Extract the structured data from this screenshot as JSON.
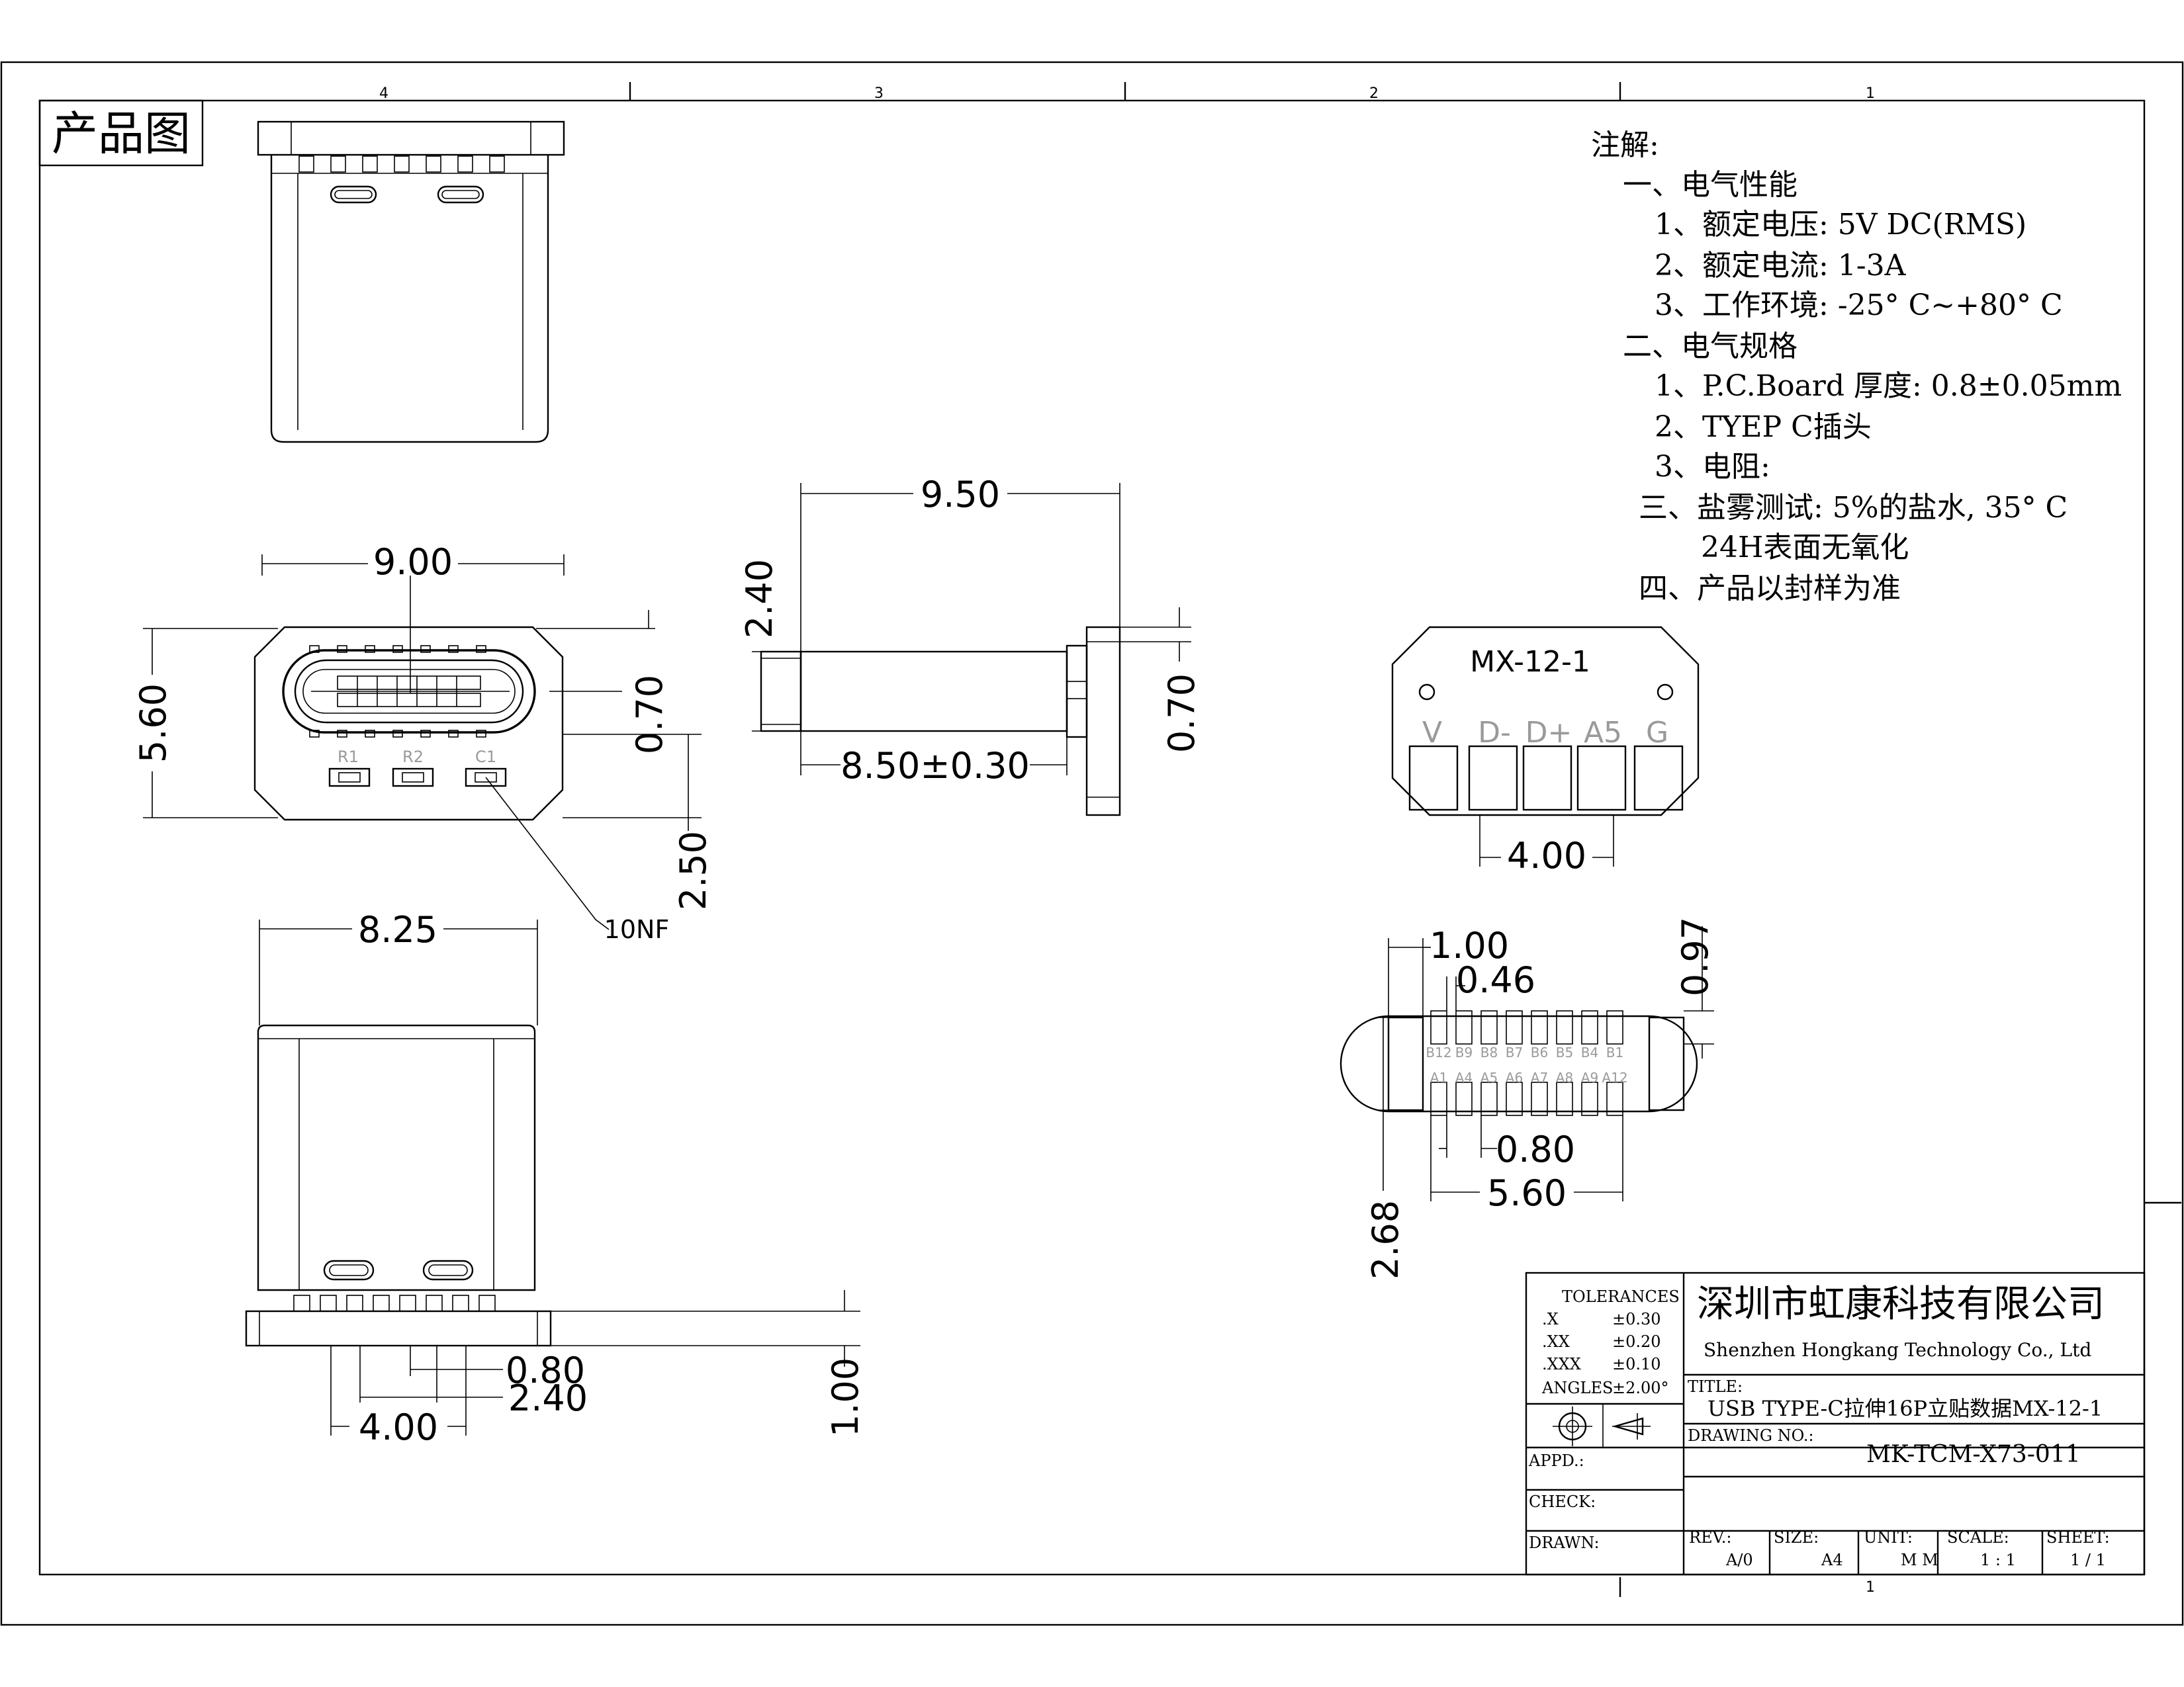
{
  "title_box": "产品图",
  "zones": [
    "4",
    "3",
    "2",
    "1"
  ],
  "notes": {
    "heading": "注解:",
    "lines": [
      "一、电气性能",
      "1、额定电压: 5V DC(RMS)",
      "2、额定电流: 1-3A",
      "3、工作环境: -25° C~+80° C",
      "二、电气规格",
      "1、P.C.Board 厚度: 0.8±0.05mm",
      "2、TYEP C插头",
      "3、电阻:",
      "三、盐雾测试: 5%的盐水, 35° C",
      "24H表面无氧化",
      "四、产品以封样为准"
    ]
  },
  "dims": {
    "front_width": "9.00",
    "front_height": "5.60",
    "front_070": "0.70",
    "front_250": "2.50",
    "cap_label": "10NF",
    "comp_labels": [
      "R1",
      "R2",
      "C1"
    ],
    "side_length": "9.50",
    "side_height": "2.40",
    "side_body": "8.50±0.30",
    "side_070": "0.70",
    "bottom_width": "8.25",
    "bottom_080": "0.80",
    "bottom_240": "2.40",
    "bottom_400": "4.00",
    "bottom_100": "1.00"
  },
  "pcb": {
    "name": "MX-12-1",
    "pads": [
      "V",
      "D-",
      "D+",
      "A5",
      "G"
    ],
    "pitch": "4.00"
  },
  "pinout": {
    "dim_100": "1.00",
    "dim_046": "0.46",
    "dim_097": "0.97",
    "dim_080": "0.80",
    "dim_560": "5.60",
    "dim_268": "2.68",
    "row_top": [
      "B12",
      "B9",
      "B8",
      "B7",
      "B6",
      "B5",
      "B4",
      "B1"
    ],
    "row_bottom": [
      "A1",
      "A4",
      "A5",
      "A6",
      "A7",
      "A8",
      "A9",
      "A12"
    ]
  },
  "titleblock": {
    "tolerances_title": "TOLERANCES",
    "tol_rows": [
      {
        "k": ".X",
        "v": "±0.30"
      },
      {
        "k": ".XX",
        "v": "±0.20"
      },
      {
        "k": ".XXX",
        "v": "±0.10"
      },
      {
        "k": "ANGLES",
        "v": "±2.00°"
      }
    ],
    "company_cn": "深圳市虹康科技有限公司",
    "company_en": "Shenzhen Hongkang Technology Co., Ltd",
    "title_label": "TITLE:",
    "title_value": "USB TYPE-C拉伸16P立贴数据MX-12-1",
    "drawing_label": "DRAWING NO.:",
    "drawing_value": "MK-TCM-X73-011",
    "appd": "APPD.:",
    "check": "CHECK:",
    "drawn": "DRAWN:",
    "rev_label": "REV.:",
    "rev_value": "A/0",
    "size_label": "SIZE:",
    "size_value": "A4",
    "unit_label": "UNIT:",
    "unit_value": "M M",
    "scale_label": "SCALE:",
    "scale_value": "1 : 1",
    "sheet_label": "SHEET:",
    "sheet_value": "1 / 1",
    "zone_bottom": "1"
  }
}
